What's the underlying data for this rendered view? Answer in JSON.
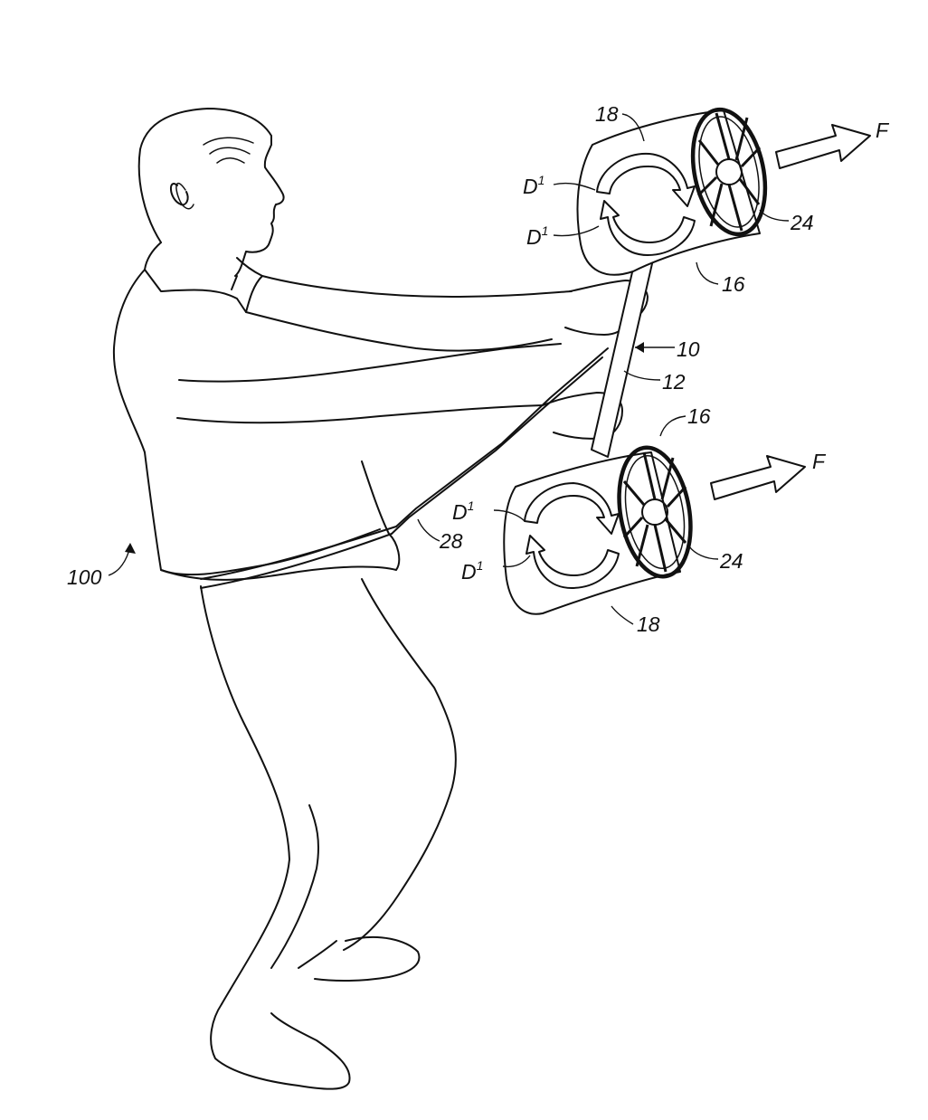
{
  "labels": {
    "figure_ref": "100",
    "device": "10",
    "shaft": "12",
    "drum_upper_16": "16",
    "drum_lower_16": "16",
    "housing_upper_18": "18",
    "housing_lower_18": "18",
    "grille_upper": "24",
    "grille_lower": "24",
    "belt": "28",
    "force_upper": "F",
    "force_lower": "F",
    "rotation_base": "D",
    "rotation_sup": "1"
  },
  "rotation_labels": [
    {
      "base": "D",
      "sup": "1"
    },
    {
      "base": "D",
      "sup": "1"
    },
    {
      "base": "D",
      "sup": "1"
    },
    {
      "base": "D",
      "sup": "1"
    }
  ]
}
